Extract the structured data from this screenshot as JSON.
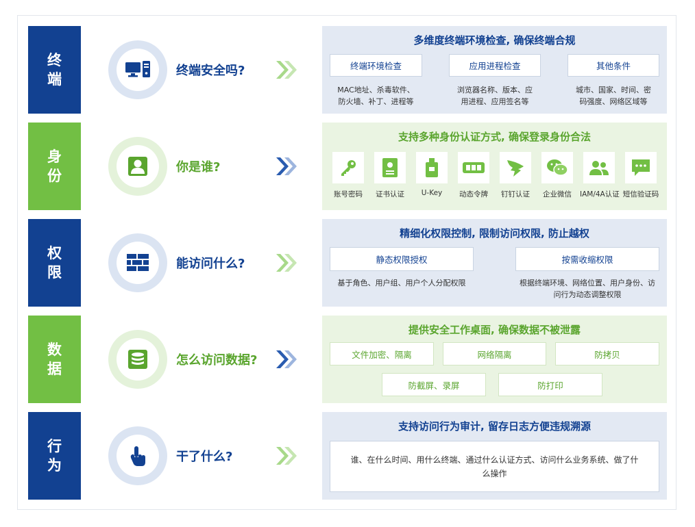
{
  "rows": [
    {
      "label_chars": [
        "终",
        "端"
      ],
      "question": "终端安全吗?",
      "panel_title": "多维度终端环境检查, 确保终端合规",
      "boxes": [
        {
          "label": "终端环境检查",
          "desc_lines": [
            "MAC地址、杀毒软件、",
            "防火墙、补丁、进程等"
          ]
        },
        {
          "label": "应用进程检查",
          "desc_lines": [
            "浏览器名称、版本、应",
            "用进程、应用签名等"
          ]
        },
        {
          "label": "其他条件",
          "desc_lines": [
            "城市、国家、时间、密",
            "码强度、网络区域等"
          ]
        }
      ]
    },
    {
      "label_chars": [
        "身",
        "份"
      ],
      "question": "你是谁?",
      "panel_title": "支持多种身份认证方式, 确保登录身份合法",
      "methods": [
        {
          "label": "账号密码",
          "icon": "key-icon"
        },
        {
          "label": "证书认证",
          "icon": "certificate-icon"
        },
        {
          "label": "U-Key",
          "icon": "usb-key-icon"
        },
        {
          "label": "动态令牌",
          "icon": "token-icon"
        },
        {
          "label": "钉钉认证",
          "icon": "dingtalk-icon"
        },
        {
          "label": "企业微信",
          "icon": "wechat-icon"
        },
        {
          "label": "IAM/4A认证",
          "icon": "users-icon"
        },
        {
          "label": "短信验证码",
          "icon": "sms-icon"
        }
      ]
    },
    {
      "label_chars": [
        "权",
        "限"
      ],
      "question": "能访问什么?",
      "panel_title": "精细化权限控制, 限制访问权限, 防止越权",
      "boxes": [
        {
          "label": "静态权限授权",
          "desc_lines": [
            "基于角色、用户组、用户个人分配权限"
          ]
        },
        {
          "label": "按需收缩权限",
          "desc_lines": [
            "根据终端环境、网络位置、用户身份、访",
            "问行为动态调整权限"
          ]
        }
      ]
    },
    {
      "label_chars": [
        "数",
        "据"
      ],
      "question": "怎么访问数据?",
      "panel_title": "提供安全工作桌面, 确保数据不被泄露",
      "boxes_row1": [
        "文件加密、隔离",
        "网络隔离",
        "防拷贝"
      ],
      "boxes_row2": [
        "防截屏、录屏",
        "防打印"
      ]
    },
    {
      "label_chars": [
        "行",
        "为"
      ],
      "question": "干了什么?",
      "panel_title": "支持访问行为审计, 留存日志方便违规溯源",
      "text_lines": [
        "谁、在什么时间、用什么终端、通过什么认证方式、访问什么业务系统、做了什",
        "么操作"
      ]
    }
  ],
  "colors": {
    "navy": "#124191",
    "green": "#72bf44"
  }
}
